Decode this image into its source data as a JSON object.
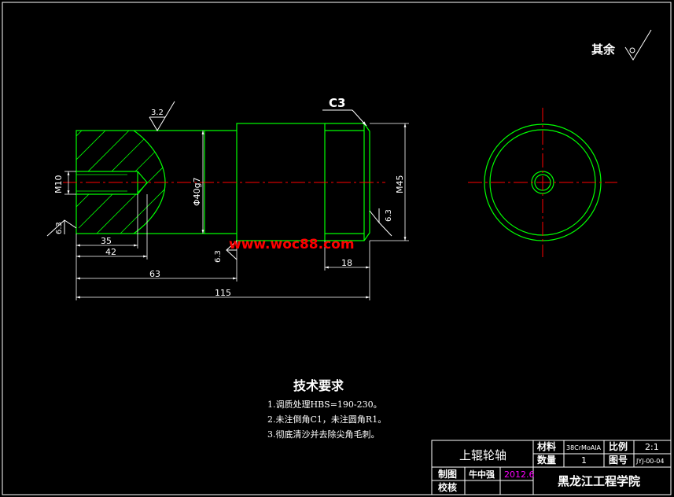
{
  "watermark": "www.woc88.com",
  "roughness": {
    "general_label": "其余",
    "v1": "3.2",
    "v2": "6.3",
    "v3": "6.3",
    "v4": "6.3"
  },
  "chamfer_label": "C3",
  "dims": {
    "m10": "M10",
    "phi40": "Φ40g7",
    "m45": "M45",
    "d35": "35",
    "d42": "42",
    "d63": "63",
    "d18": "18",
    "d115": "115"
  },
  "tech": {
    "title": "技术要求",
    "items": [
      "1.调质处理HBS=190-230。",
      "2.未注倒角C1，未注圆角R1。",
      "3.彻底清沙并去除尖角毛刺。"
    ]
  },
  "title_block": {
    "part_name": "上辊轮轴",
    "material_label": "材料",
    "material": "38CrMoAlA",
    "scale_label": "比例",
    "scale": "2:1",
    "qty_label": "数量",
    "qty": "1",
    "drawing_no_label": "图号",
    "drawing_no": "JYJ-00-04",
    "drawn_label": "制图",
    "drawn_by": "牛中强",
    "date": "2012.6",
    "check_label": "校核",
    "school": "黑龙江工程学院"
  },
  "colors": {
    "outline": "#00ff00",
    "center": "#ff0000",
    "dim": "#ffffff",
    "hatch": "#00ff00",
    "date": "#ff00ff",
    "watermark": "#ff0000"
  }
}
